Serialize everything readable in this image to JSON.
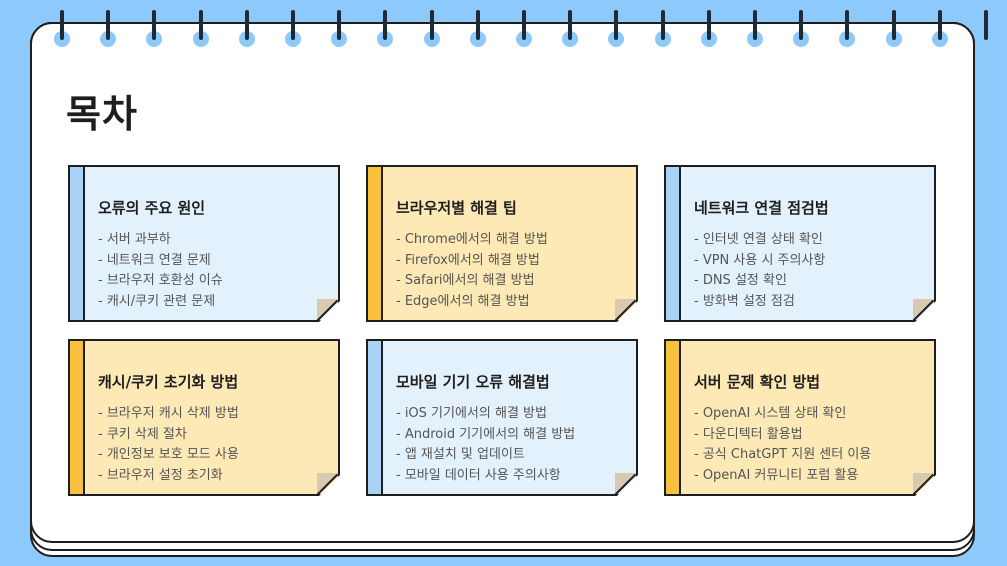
{
  "title": "목차",
  "cards": [
    {
      "title": "오류의 주요 원인",
      "items": [
        "- 서버 과부하",
        "- 네트워크 연결 문제",
        "- 브라우저 호환성 이슈",
        "- 캐시/쿠키 관련 문제"
      ]
    },
    {
      "title": "브라우저별 해결 팁",
      "items": [
        "- Chrome에서의 해결 방법",
        "- Firefox에서의 해결 방법",
        "- Safari에서의 해결 방법",
        "- Edge에서의 해결 방법"
      ]
    },
    {
      "title": "네트워크 연결 점검법",
      "items": [
        "- 인터넷 연결 상태 확인",
        "- VPN 사용 시 주의사항",
        "- DNS 설정 확인",
        "- 방화벽 설정 점검"
      ]
    },
    {
      "title": "캐시/쿠키 초기화 방법",
      "items": [
        "- 브라우저 캐시 삭제 방법",
        "- 쿠키 삭제 절차",
        "- 개인정보 보호 모드 사용",
        "- 브라우저 설정 초기화"
      ]
    },
    {
      "title": "모바일 기기 오류 해결법",
      "items": [
        "- iOS 기기에서의 해결 방법",
        "- Android 기기에서의 해결 방법",
        "- 앱 재설치 및 업데이트",
        "- 모바일 데이터 사용 주의사항"
      ]
    },
    {
      "title": "서버 문제 확인 방법",
      "items": [
        "- OpenAI 시스템 상태 확인",
        "- 다운디텍터 활용법",
        "- 공식 ChatGPT 지원 센터 이용",
        "- OpenAI 커뮤니티 포럼 활용"
      ]
    }
  ],
  "colors": {
    "background": "#8ec9fb",
    "card_blue": "#e3f1fd",
    "card_yellow": "#fde9b6",
    "stripe_blue": "#a9d2f6",
    "stripe_yellow": "#f7c13e",
    "ink": "#1e1e1e"
  }
}
